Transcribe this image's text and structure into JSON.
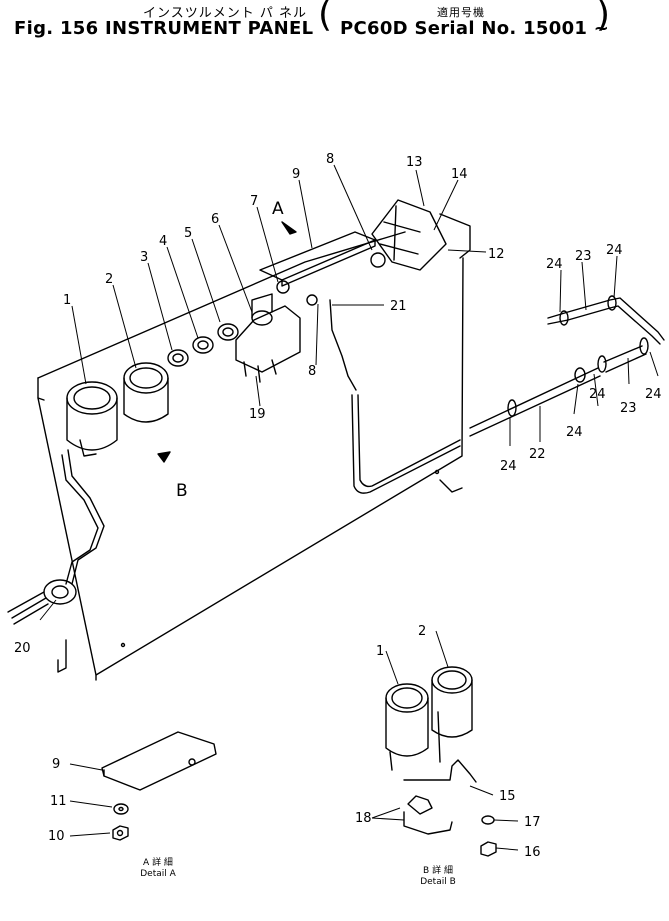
{
  "header": {
    "japanese_title": "インスツルメント パ ネル",
    "applicable_label": "適用号機",
    "title": "Fig. 156 INSTRUMENT PANEL",
    "serial": "PC60D Serial No. 15001 ~"
  },
  "view_labels": {
    "a": "A",
    "b": "B"
  },
  "callouts": [
    "1",
    "2",
    "3",
    "4",
    "5",
    "6",
    "7",
    "8",
    "9",
    "12",
    "13",
    "14",
    "19",
    "20",
    "21",
    "22",
    "23",
    "24"
  ],
  "detail_a": {
    "jp": "A 詳 細",
    "label": "Detail A",
    "callouts": [
      "9",
      "11",
      "10"
    ]
  },
  "detail_b": {
    "jp": "B 詳 細",
    "label": "Detail B",
    "callouts": [
      "1",
      "2",
      "15",
      "17",
      "16",
      "18"
    ]
  }
}
